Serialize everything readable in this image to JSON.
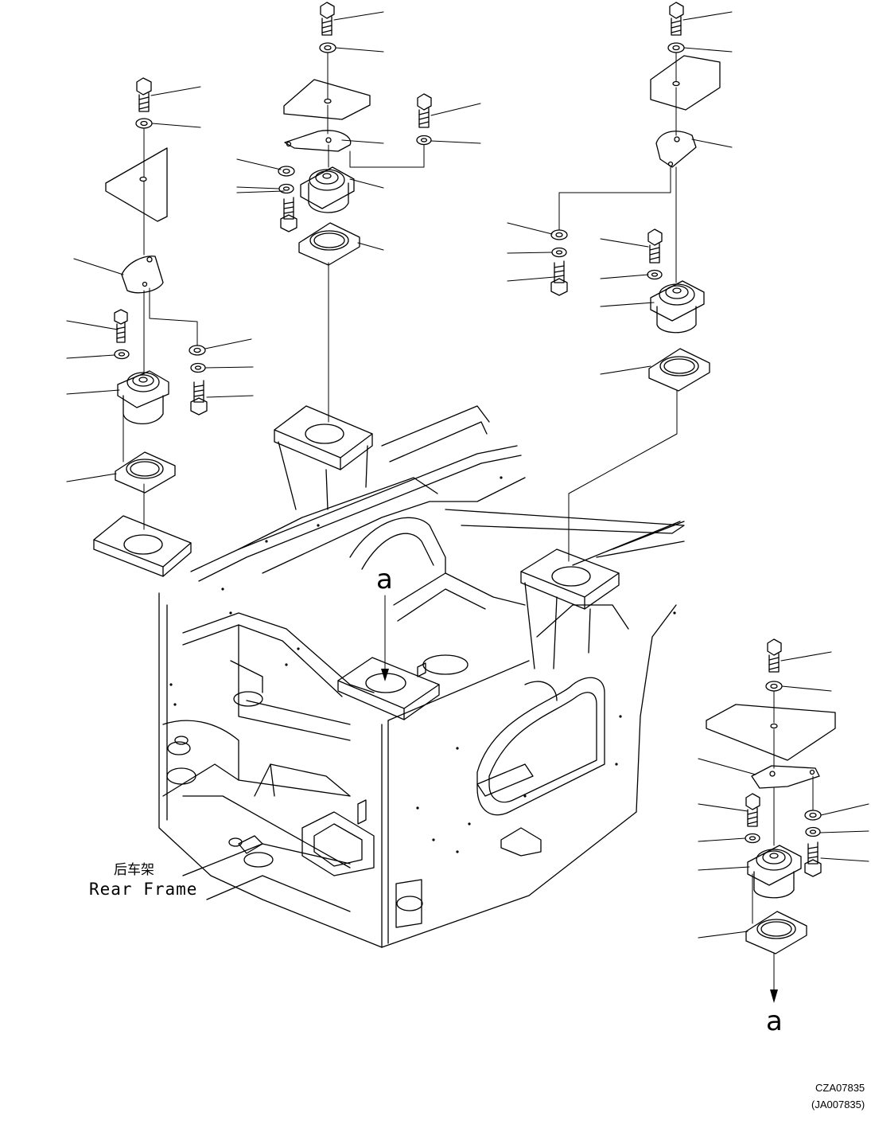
{
  "labels": {
    "frame_cn": "后车架",
    "frame_en": "Rear Frame",
    "ref_top": "a",
    "ref_bottom": "a",
    "drawing_code": "CZA07835",
    "drawing_code_alt": "(JA007835)"
  }
}
